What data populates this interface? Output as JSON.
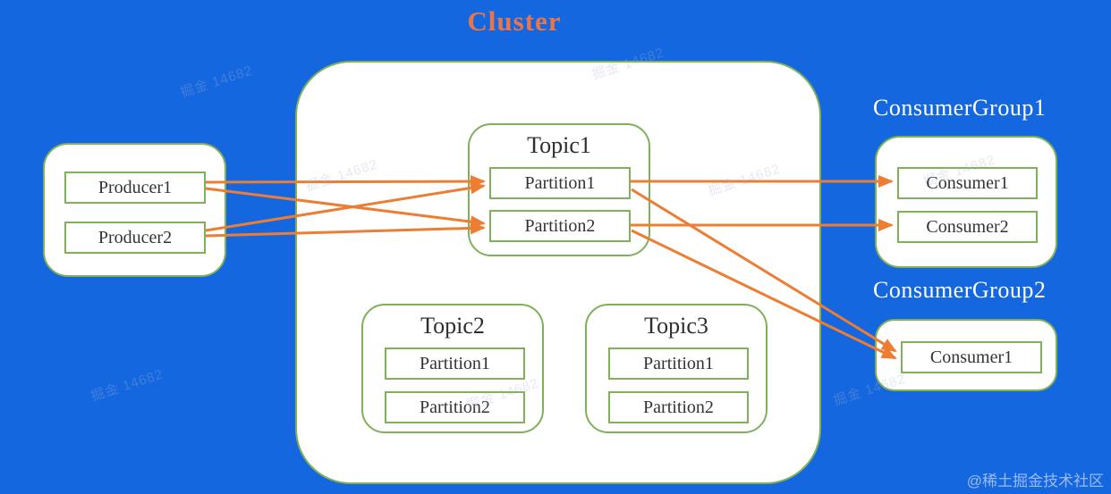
{
  "title": "Cluster",
  "colors": {
    "background": "#1567E0",
    "box_fill": "#FFFFFF",
    "box_border": "#7EB15A",
    "arrow": "#EC7D33",
    "title_text": "#E8764C",
    "node_text": "#333333",
    "group_label_text": "#FFFFFF"
  },
  "producers": {
    "items": [
      {
        "label": "Producer1"
      },
      {
        "label": "Producer2"
      }
    ]
  },
  "cluster": {
    "topics": [
      {
        "name": "Topic1",
        "partitions": [
          "Partition1",
          "Partition2"
        ]
      },
      {
        "name": "Topic2",
        "partitions": [
          "Partition1",
          "Partition2"
        ]
      },
      {
        "name": "Topic3",
        "partitions": [
          "Partition1",
          "Partition2"
        ]
      }
    ]
  },
  "consumer_groups": [
    {
      "name": "ConsumerGroup1",
      "consumers": [
        "Consumer1",
        "Consumer2"
      ]
    },
    {
      "name": "ConsumerGroup2",
      "consumers": [
        "Consumer1"
      ]
    }
  ],
  "connections": [
    {
      "from": "Producer1",
      "to": "Topic1.Partition1"
    },
    {
      "from": "Producer1",
      "to": "Topic1.Partition2"
    },
    {
      "from": "Producer2",
      "to": "Topic1.Partition1"
    },
    {
      "from": "Producer2",
      "to": "Topic1.Partition2"
    },
    {
      "from": "Topic1.Partition1",
      "to": "ConsumerGroup1.Consumer1"
    },
    {
      "from": "Topic1.Partition2",
      "to": "ConsumerGroup1.Consumer2"
    },
    {
      "from": "Topic1.Partition1",
      "to": "ConsumerGroup2.Consumer1"
    },
    {
      "from": "Topic1.Partition2",
      "to": "ConsumerGroup2.Consumer1"
    }
  ],
  "watermark": {
    "badge": "@稀土掘金技术社区",
    "faint": "掘金 14682"
  }
}
